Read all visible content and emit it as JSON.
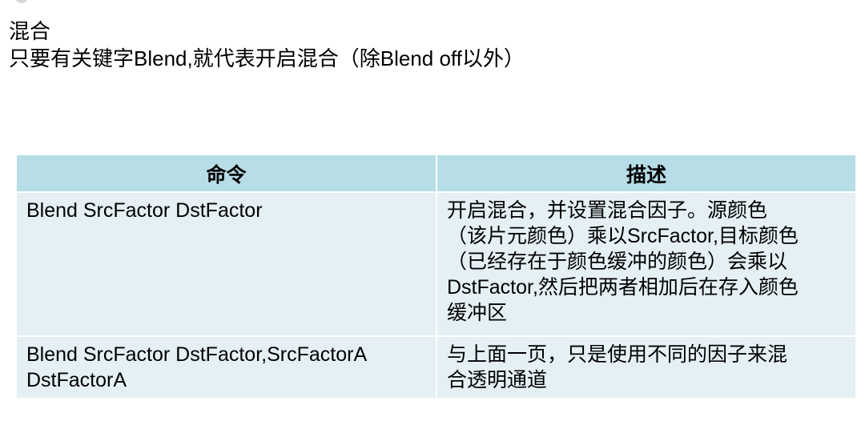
{
  "title": "混合",
  "subtitle": "只要有关键字Blend,就代表开启混合（除Blend off以外）",
  "table": {
    "headers": [
      "命令",
      "描述"
    ],
    "rows": [
      {
        "command": [
          "Blend SrcFactor DstFactor"
        ],
        "description": [
          "开启混合，并设置混合因子。源颜色",
          "（该片元颜色）乘以SrcFactor,目标颜色",
          "（已经存在于颜色缓冲的颜色）会乘以",
          "DstFactor,然后把两者相加后在存入颜色",
          "缓冲区"
        ]
      },
      {
        "command": [
          "Blend SrcFactor DstFactor,SrcFactorA",
          "DstFactorA"
        ],
        "description": [
          "与上面一页，只是使用不同的因子来混",
          "合透明通道"
        ]
      }
    ]
  },
  "colors": {
    "header_bg": "#b7dde6",
    "cell_bg": "#e5f0f4",
    "border": "#ffffff"
  }
}
